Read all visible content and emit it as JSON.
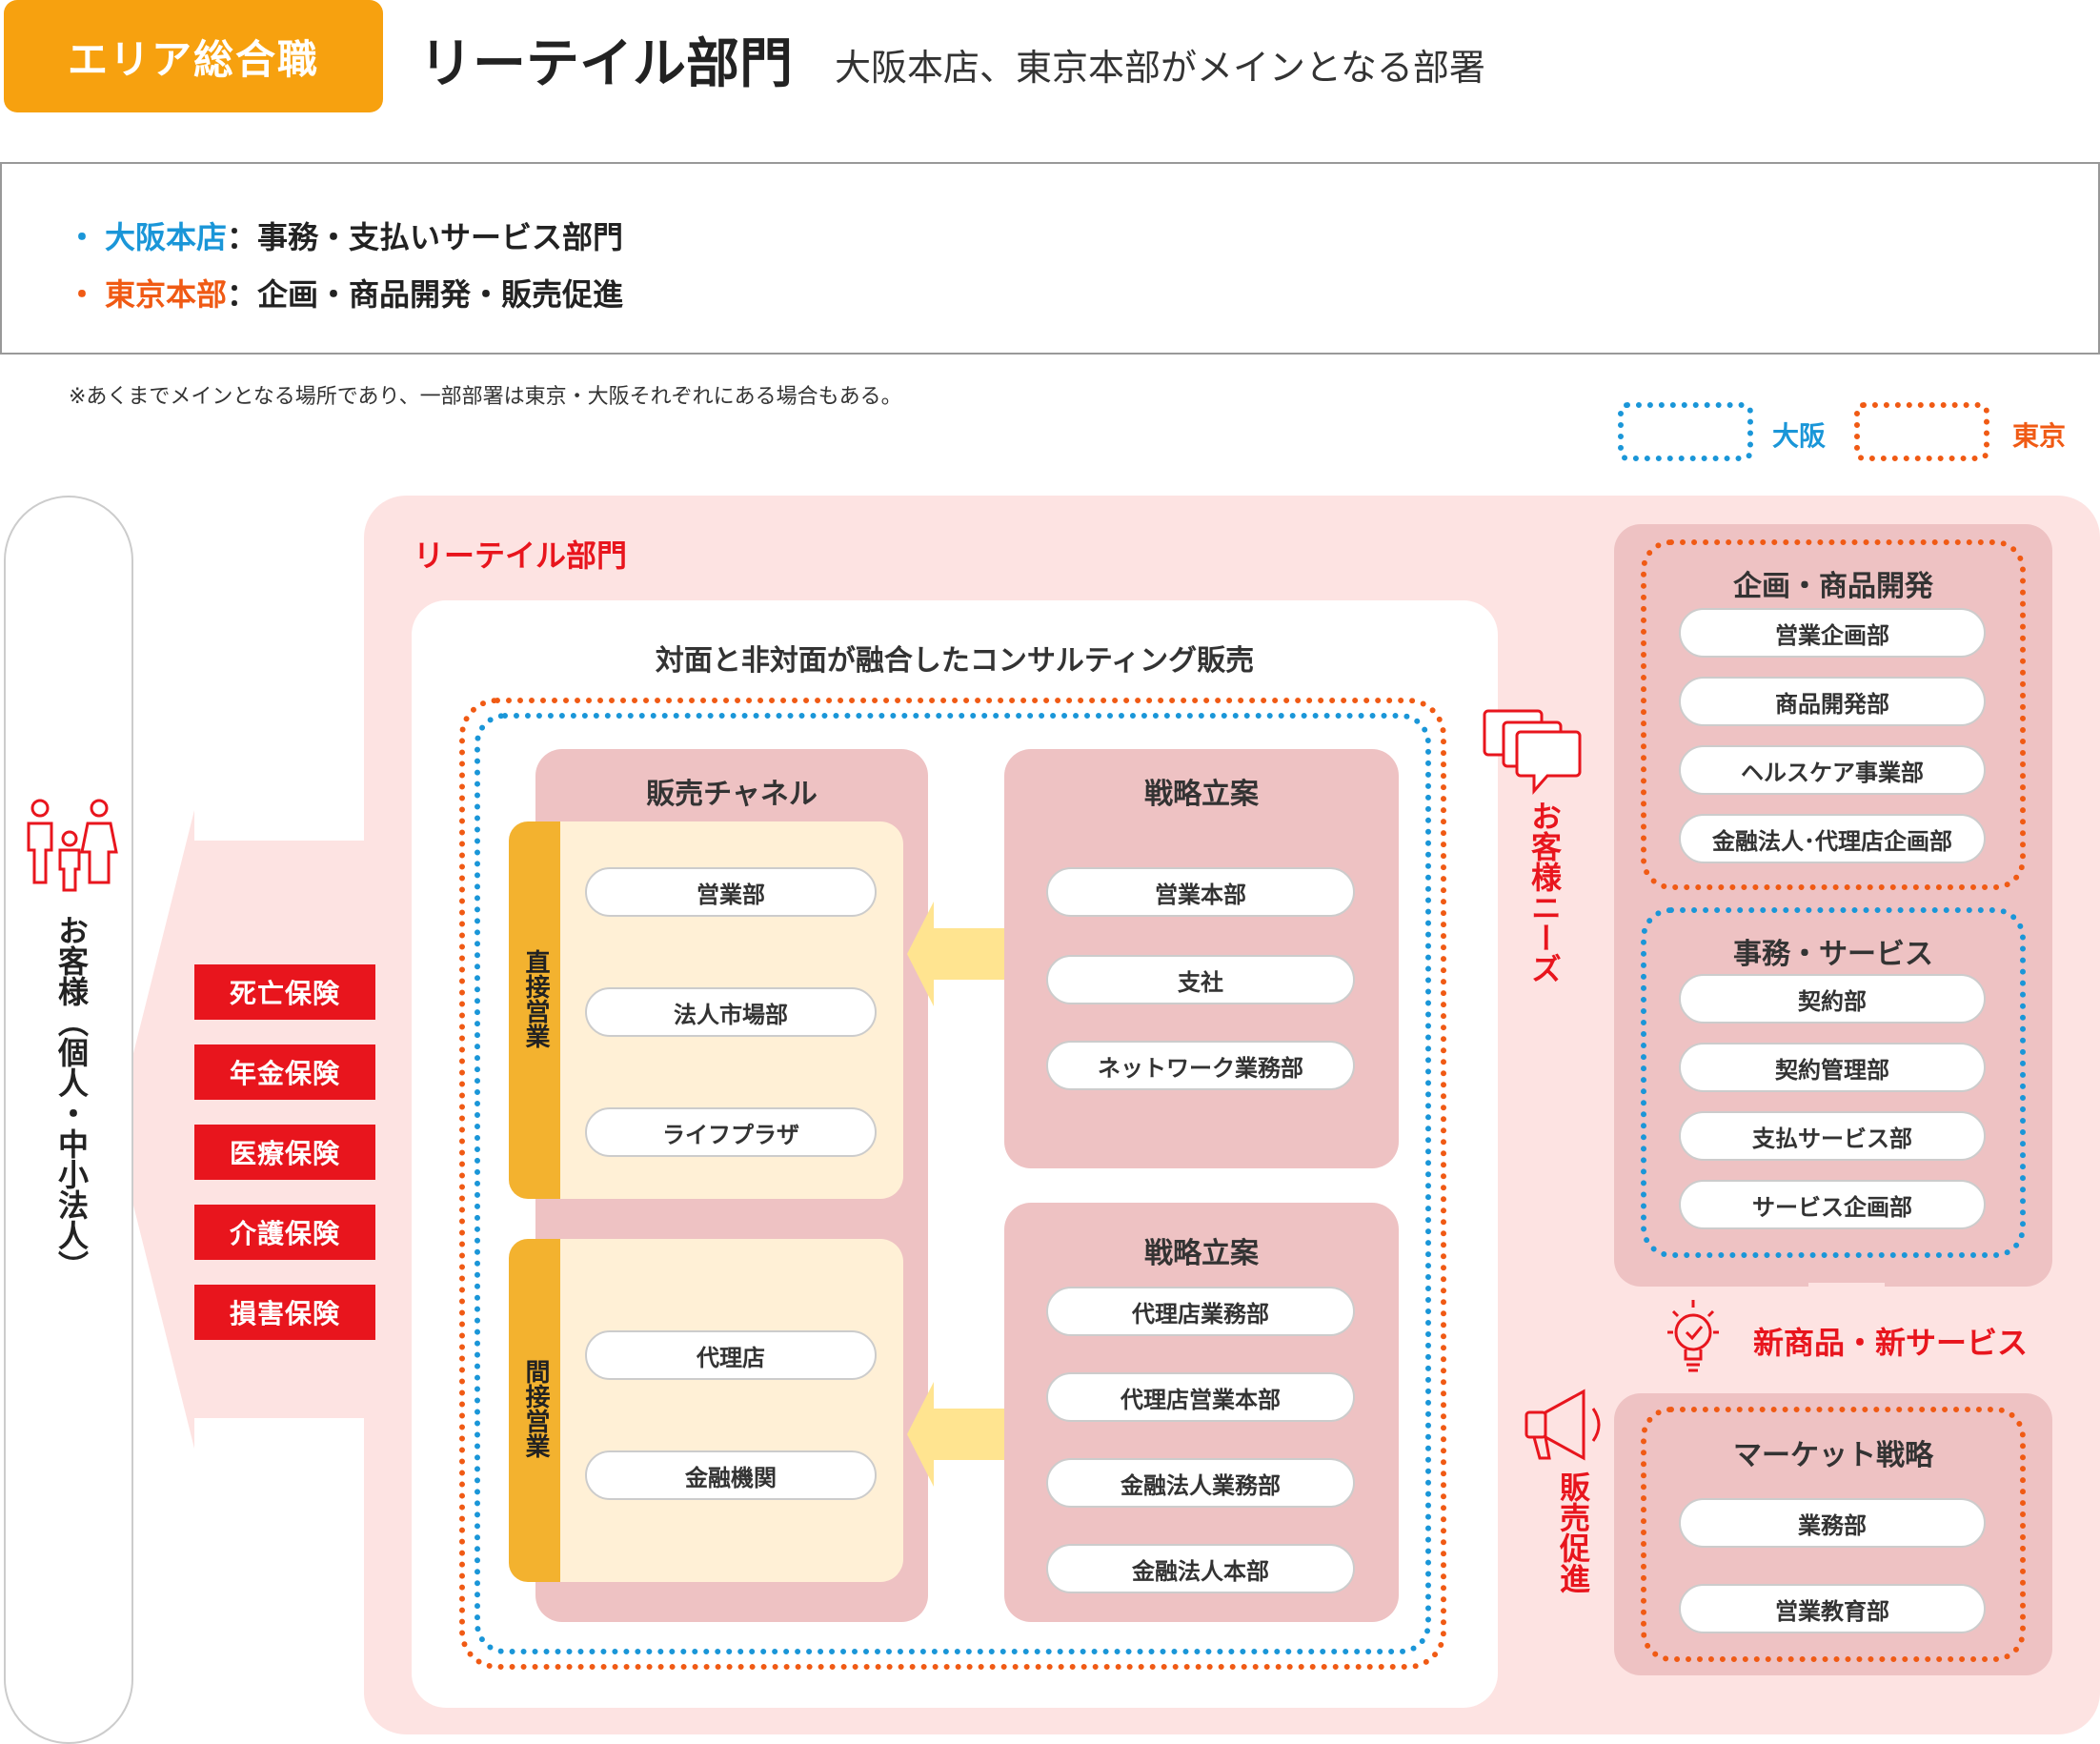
{
  "header": {
    "badge": "エリア総合職",
    "title": "リーテイル部門",
    "subtitle": "大阪本店、東京本部がメインとなる部署"
  },
  "info": {
    "osaka": {
      "bullet": "・",
      "name": "大阪本店",
      "desc": "：事務・支払いサービス部門"
    },
    "tokyo": {
      "bullet": "・",
      "name": "東京本部",
      "desc": "：企画・商品開発・販売促進"
    }
  },
  "note": "※あくまでメインとなる場所であり、一部部署は東京・大阪それぞれにある場合もある。",
  "legend": {
    "osaka": "大阪",
    "tokyo": "東京"
  },
  "customer": {
    "label": "お客様（個人・中小法人）"
  },
  "products": [
    "死亡保険",
    "年金保険",
    "医療保険",
    "介護保険",
    "損害保険"
  ],
  "retail": {
    "label": "リーテイル部門",
    "consult_title": "対面と非対面が融合したコンサルティング販売",
    "sales_channel": {
      "title": "販売チャネル",
      "direct": {
        "label": "直接営業",
        "items": [
          "営業部",
          "法人市場部",
          "ライフプラザ"
        ]
      },
      "indirect": {
        "label": "間接営業",
        "items": [
          "代理店",
          "金融機関"
        ]
      }
    },
    "strategy_top": {
      "title": "戦略立案",
      "items": [
        "営業本部",
        "支社",
        "ネットワーク業務部"
      ]
    },
    "strategy_bottom": {
      "title": "戦略立案",
      "items": [
        "代理店業務部",
        "代理店営業本部",
        "金融法人業務部",
        "金融法人本部"
      ]
    },
    "customer_needs": "お客様ニーズ",
    "sales_promo": "販売促進",
    "new_products": "新商品・新サービス",
    "planning": {
      "title": "企画・商品開発",
      "items": [
        "営業企画部",
        "商品開発部",
        "ヘルスケア事業部",
        "金融法人･代理店企画部"
      ]
    },
    "admin": {
      "title": "事務・サービス",
      "items": [
        "契約部",
        "契約管理部",
        "支払サービス部",
        "サービス企画部"
      ]
    },
    "market": {
      "title": "マーケット戦略",
      "items": [
        "業務部",
        "営業教育部"
      ]
    }
  },
  "colors": {
    "accent_orange": "#f7a10f",
    "osaka_blue": "#1a96d8",
    "tokyo_orange": "#f05a14",
    "brand_red": "#e8151d",
    "panel_pink": "#fde3e2",
    "box_pink": "#eec2c3",
    "cream": "#fff0d6",
    "sidebar_gold": "#f3b22f"
  },
  "icons": [
    "family-icon",
    "chat-bubbles-icon",
    "lightbulb-icon",
    "megaphone-icon"
  ]
}
